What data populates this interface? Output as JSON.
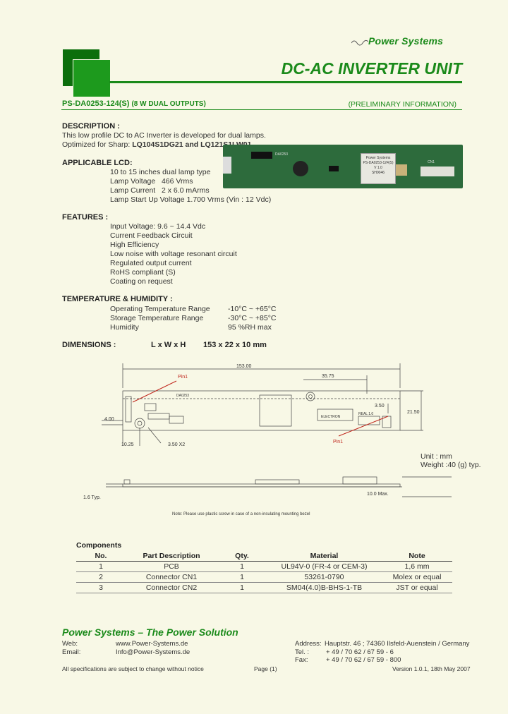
{
  "header": {
    "brand": "Power Systems",
    "title": "DC-AC INVERTER UNIT",
    "model": "PS-DA0253-124(S)",
    "model_sub": "(8 W DUAL OUTPUTS)",
    "preliminary": "(PRELIMINARY INFORMATION)"
  },
  "description": {
    "heading": "DESCRIPTION :",
    "line1": "This low profile DC to AC Inverter is developed for dual lamps.",
    "line2_prefix": "Optimized for Sharp: ",
    "line2_bold": "LQ104S1DG21 and LQ121S1LW01"
  },
  "photo": {
    "board_label": "DA0253",
    "card_lines": [
      "Power Systems",
      "PS-DA0253-124(S)",
      "V 1.0",
      "SH0046"
    ],
    "cn_label": "CN1"
  },
  "applicable_lcd": {
    "heading": "APPLICABLE LCD:",
    "lines": [
      "10 to 15 inches dual lamp type",
      "Lamp Voltage   466 Vrms",
      "Lamp Current   2 x 6.0 mArms",
      "Lamp Start Up Voltage 1.700 Vrms (Vin : 12 Vdc)"
    ]
  },
  "features": {
    "heading": "FEATURES :",
    "items": [
      "Input Voltage: 9.6 ~ 14.4 Vdc",
      "Current Feedback Circuit",
      "High Efficiency",
      "Low noise with voltage resonant circuit",
      "Regulated output current",
      "RoHS compliant (S)",
      "Coating on request"
    ]
  },
  "temperature": {
    "heading": "TEMPERATURE & HUMIDITY :",
    "rows": [
      {
        "label": "Operating Temperature Range",
        "value": "-10°C ~ +65°C"
      },
      {
        "label": "Storage Temperature Range",
        "value": "-30°C ~ +85°C"
      },
      {
        "label": "Humidity",
        "value": "95 %RH max"
      }
    ]
  },
  "dimensions": {
    "heading": "DIMENSIONS :",
    "lwh_label": "L x W x H",
    "lwh_value": "153 x 22 x 10 mm"
  },
  "drawing": {
    "len": "153.00",
    "pitch": "35.75",
    "h1": "3.50",
    "h2": "21.50",
    "left_off": "4.00",
    "bottom_off": "10.25",
    "hole": "3.50 X2",
    "pin1_left": "Pin1",
    "pin1_right": "Pin1",
    "unit": "Unit : mm",
    "weight": "Weight :40 (g) typ.",
    "typ_left": "1.6 Typ.",
    "typ_right": "10.0 Max.",
    "note": "Note: Please use plastic screw in case of a non-insulating mounting bezel",
    "board_texts": [
      "DA0253",
      "ELECTRON",
      "REAL 1.0"
    ]
  },
  "components": {
    "heading": "Components",
    "columns": [
      "No.",
      "Part Description",
      "Qty.",
      "Material",
      "Note"
    ],
    "rows": [
      [
        "1",
        "PCB",
        "1",
        "UL94V-0 (FR-4 or CEM-3)",
        "1,6 mm"
      ],
      [
        "2",
        "Connector CN1",
        "1",
        "53261-0790",
        "Molex or equal"
      ],
      [
        "3",
        "Connector CN2",
        "1",
        "SM04(4.0)B-BHS-1-TB",
        "JST or equal"
      ]
    ]
  },
  "footer": {
    "title": "Power Systems – The Power Solution",
    "web_label": "Web:",
    "web": "www.Power-Systems.de",
    "email_label": "Email:",
    "email": "Info@Power-Systems.de",
    "address_label": "Address:",
    "address": "Hauptstr. 46 ; 74360 Ilsfeld-Auenstein / Germany",
    "tel_label": "Tel. :",
    "tel": "+ 49 / 70 62 / 67 59 - 6",
    "fax_label": "Fax:",
    "fax": "+ 49 / 70 62 / 67 59 - 800",
    "disclaimer": "All specifications are subject to change without notice",
    "page": "Page (1)",
    "version": "Version 1.0.1, 18th May 2007"
  },
  "colors": {
    "brand_green": "#1a8a1a",
    "paper": "#f8f8e6"
  }
}
